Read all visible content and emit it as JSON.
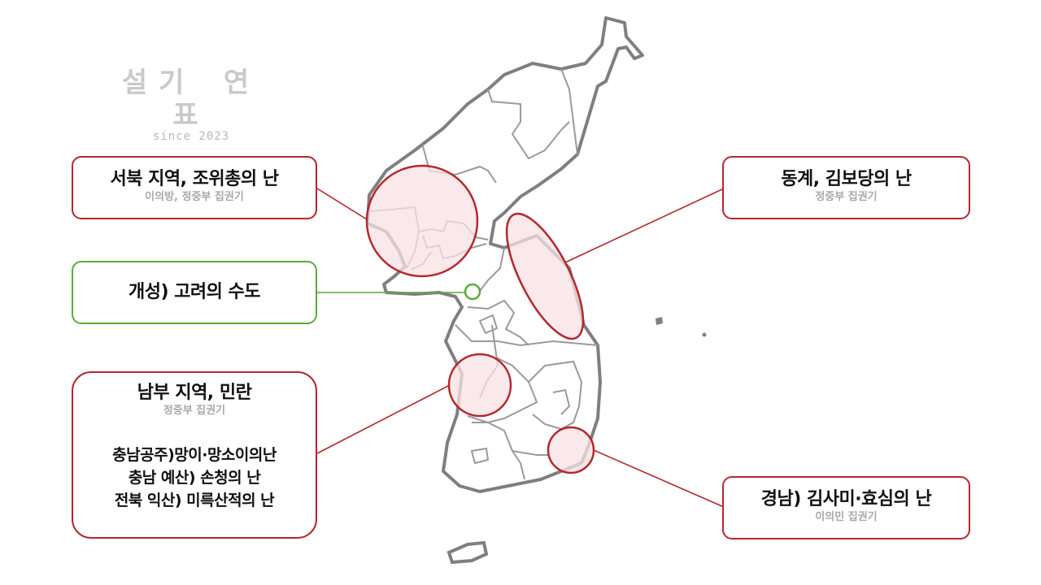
{
  "logo": {
    "title": "설기 연표",
    "subtitle": "since 2023"
  },
  "colors": {
    "rebellion": "#b3282d",
    "capital": "#5aaa3c",
    "region_fill": "#f8e2e3",
    "map_outline": "#7f7f7f"
  },
  "callouts": {
    "northwest": {
      "title": "서북 지역, 조위총의 난",
      "subtitle": "이의방, 정중부 집권기"
    },
    "northeast": {
      "title": "동계, 김보당의 난",
      "subtitle": "정중부 집권기"
    },
    "capital": {
      "title": "개성) 고려의 수도"
    },
    "south": {
      "title": "남부 지역, 민란",
      "subtitle": "정중부 집권기",
      "lines": [
        "충남공주)망이·망소이의난",
        "충남 예산) 손청의 난",
        "전북 익산) 미륵산적의 난"
      ]
    },
    "southeast": {
      "title": "경남) 김사미·효심의 난",
      "subtitle": "이의민 집권기"
    }
  }
}
